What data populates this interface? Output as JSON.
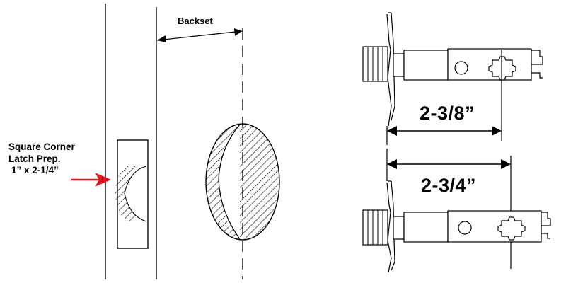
{
  "callout": {
    "line1": "Square Corner",
    "line2": "Latch Prep.",
    "line3": "1” x 2-1/4”",
    "arrow_color": "#e0141e"
  },
  "backset_label": "Backset",
  "dimensions": {
    "short": "2-3/8”",
    "long": "2-3/4”"
  },
  "colors": {
    "line": "#000000",
    "background": "#ffffff"
  }
}
